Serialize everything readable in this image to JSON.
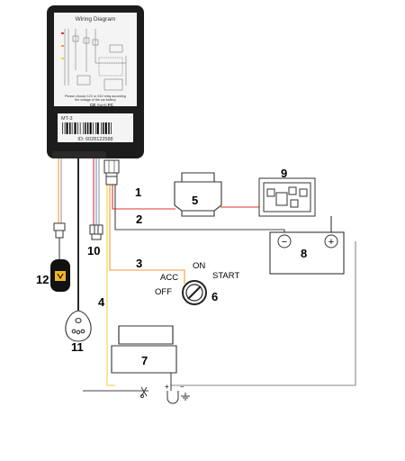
{
  "device": {
    "sticker_title": "Wiring Diagram",
    "sticker_note_1": "Please choose 12V or 24V relay according",
    "sticker_note_2": "the voltage of the car battery",
    "model": "MT-3",
    "id_text": "ID: 6028122588",
    "cert_marks": [
      "CE",
      "RoHS",
      "FC"
    ]
  },
  "ignition": {
    "acc": "ACC",
    "on": "ON",
    "start": "START",
    "off": "OFF"
  },
  "battery": {
    "minus": "−",
    "plus": "+"
  },
  "relay_terminals": {
    "plus": "+",
    "minus": "−"
  },
  "callouts": {
    "n1": "1",
    "n2": "2",
    "n3": "3",
    "n4": "4",
    "n5": "5",
    "n6": "6",
    "n7": "7",
    "n8": "8",
    "n9": "9",
    "n10": "10",
    "n11": "11",
    "n12": "12"
  },
  "colors": {
    "wire_red": "#e0342b",
    "wire_black": "#222222",
    "wire_orange": "#f39c34",
    "wire_yellow": "#f2d43a",
    "wire_gray": "#8a8a8a",
    "device_body": "#1c1c1c",
    "sticker": "#f4f4f4"
  }
}
